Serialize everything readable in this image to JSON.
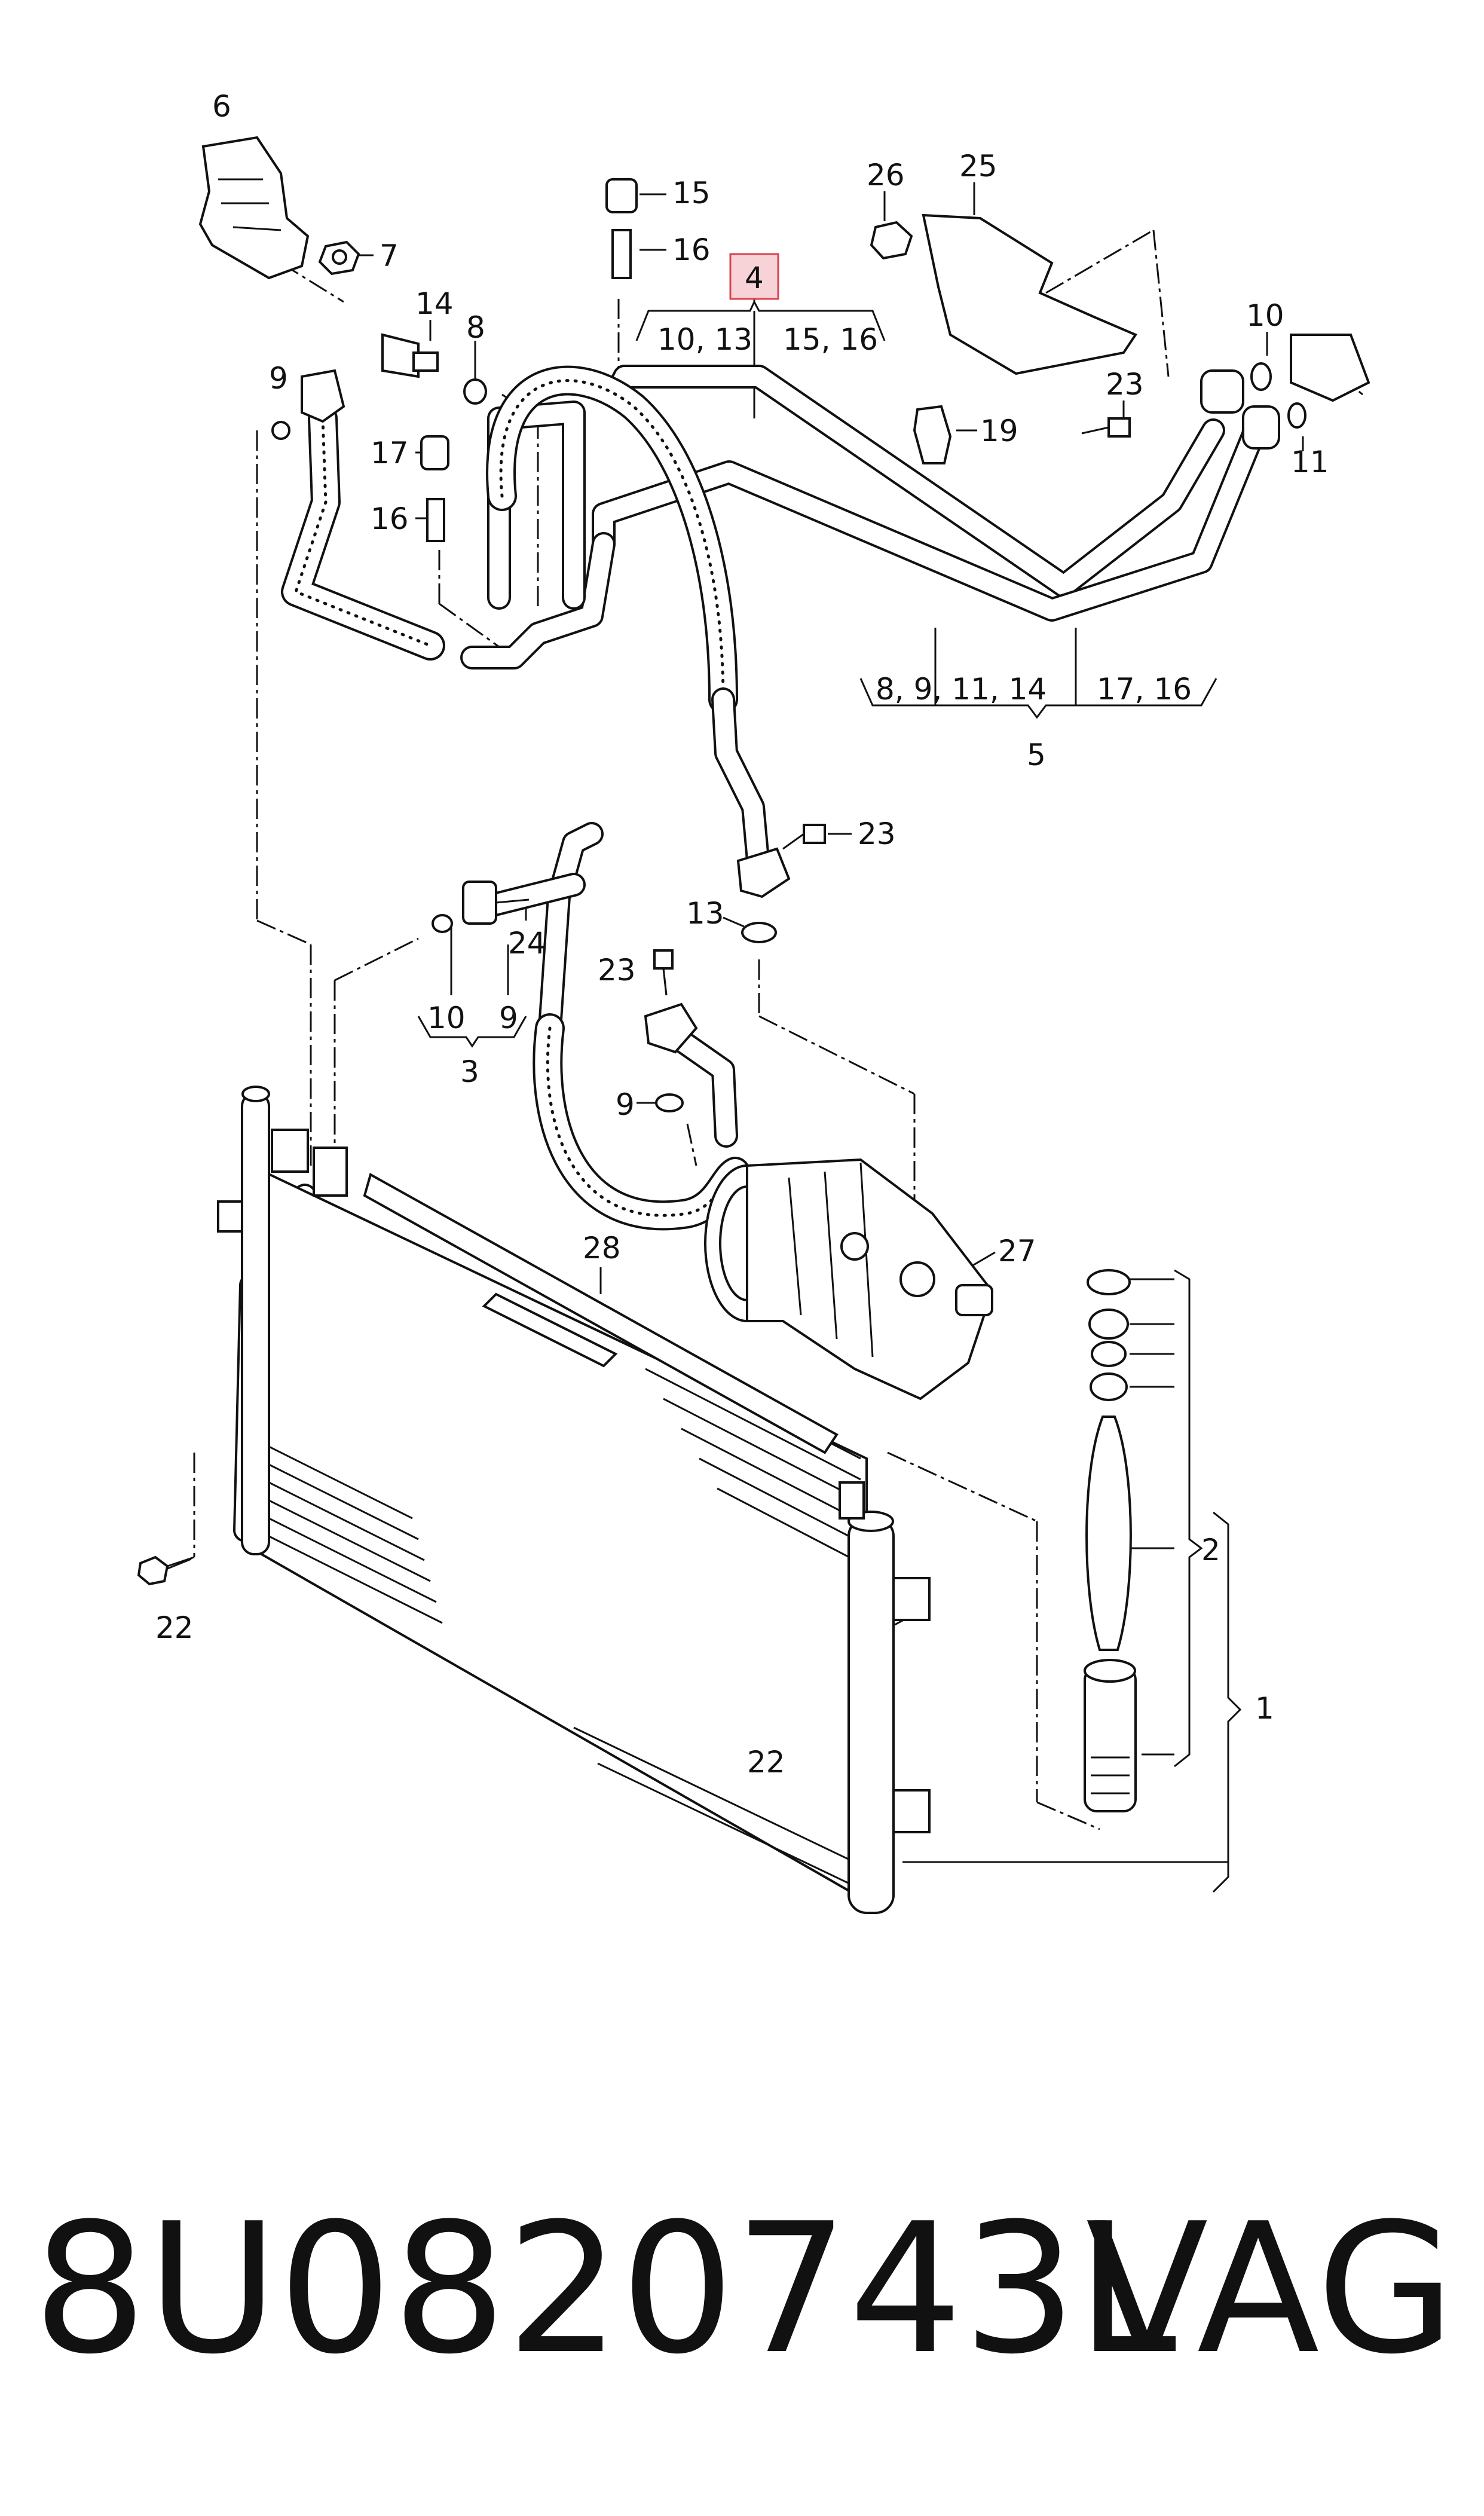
{
  "diagram": {
    "callouts": {
      "c1": "1",
      "c2": "2",
      "c3": "3",
      "c4": "4",
      "c5": "5",
      "c6": "6",
      "c7": "7",
      "c8": "8",
      "c9a": "9",
      "c9b": "9",
      "c10a": "10",
      "c11": "11",
      "c13": "13",
      "c14": "14",
      "c15": "15",
      "c16a": "16",
      "c16b": "16",
      "c17": "17",
      "c19": "19",
      "c22a": "22",
      "c22b": "22",
      "c23a": "23",
      "c23b": "23",
      "c23c": "23",
      "c24": "24",
      "c25": "25",
      "c26": "26",
      "c27": "27",
      "c28": "28"
    },
    "groups": {
      "g4_left": "10, 13",
      "g4_right": "15, 16",
      "g5_left": "8, 9, 11, 14",
      "g5_right": "17, 16",
      "g3_left": "10",
      "g3_right": "9"
    },
    "highlight_color": "#f7d3d8"
  },
  "footer": {
    "part_number": "8U0820743L",
    "brand": "VAG"
  }
}
